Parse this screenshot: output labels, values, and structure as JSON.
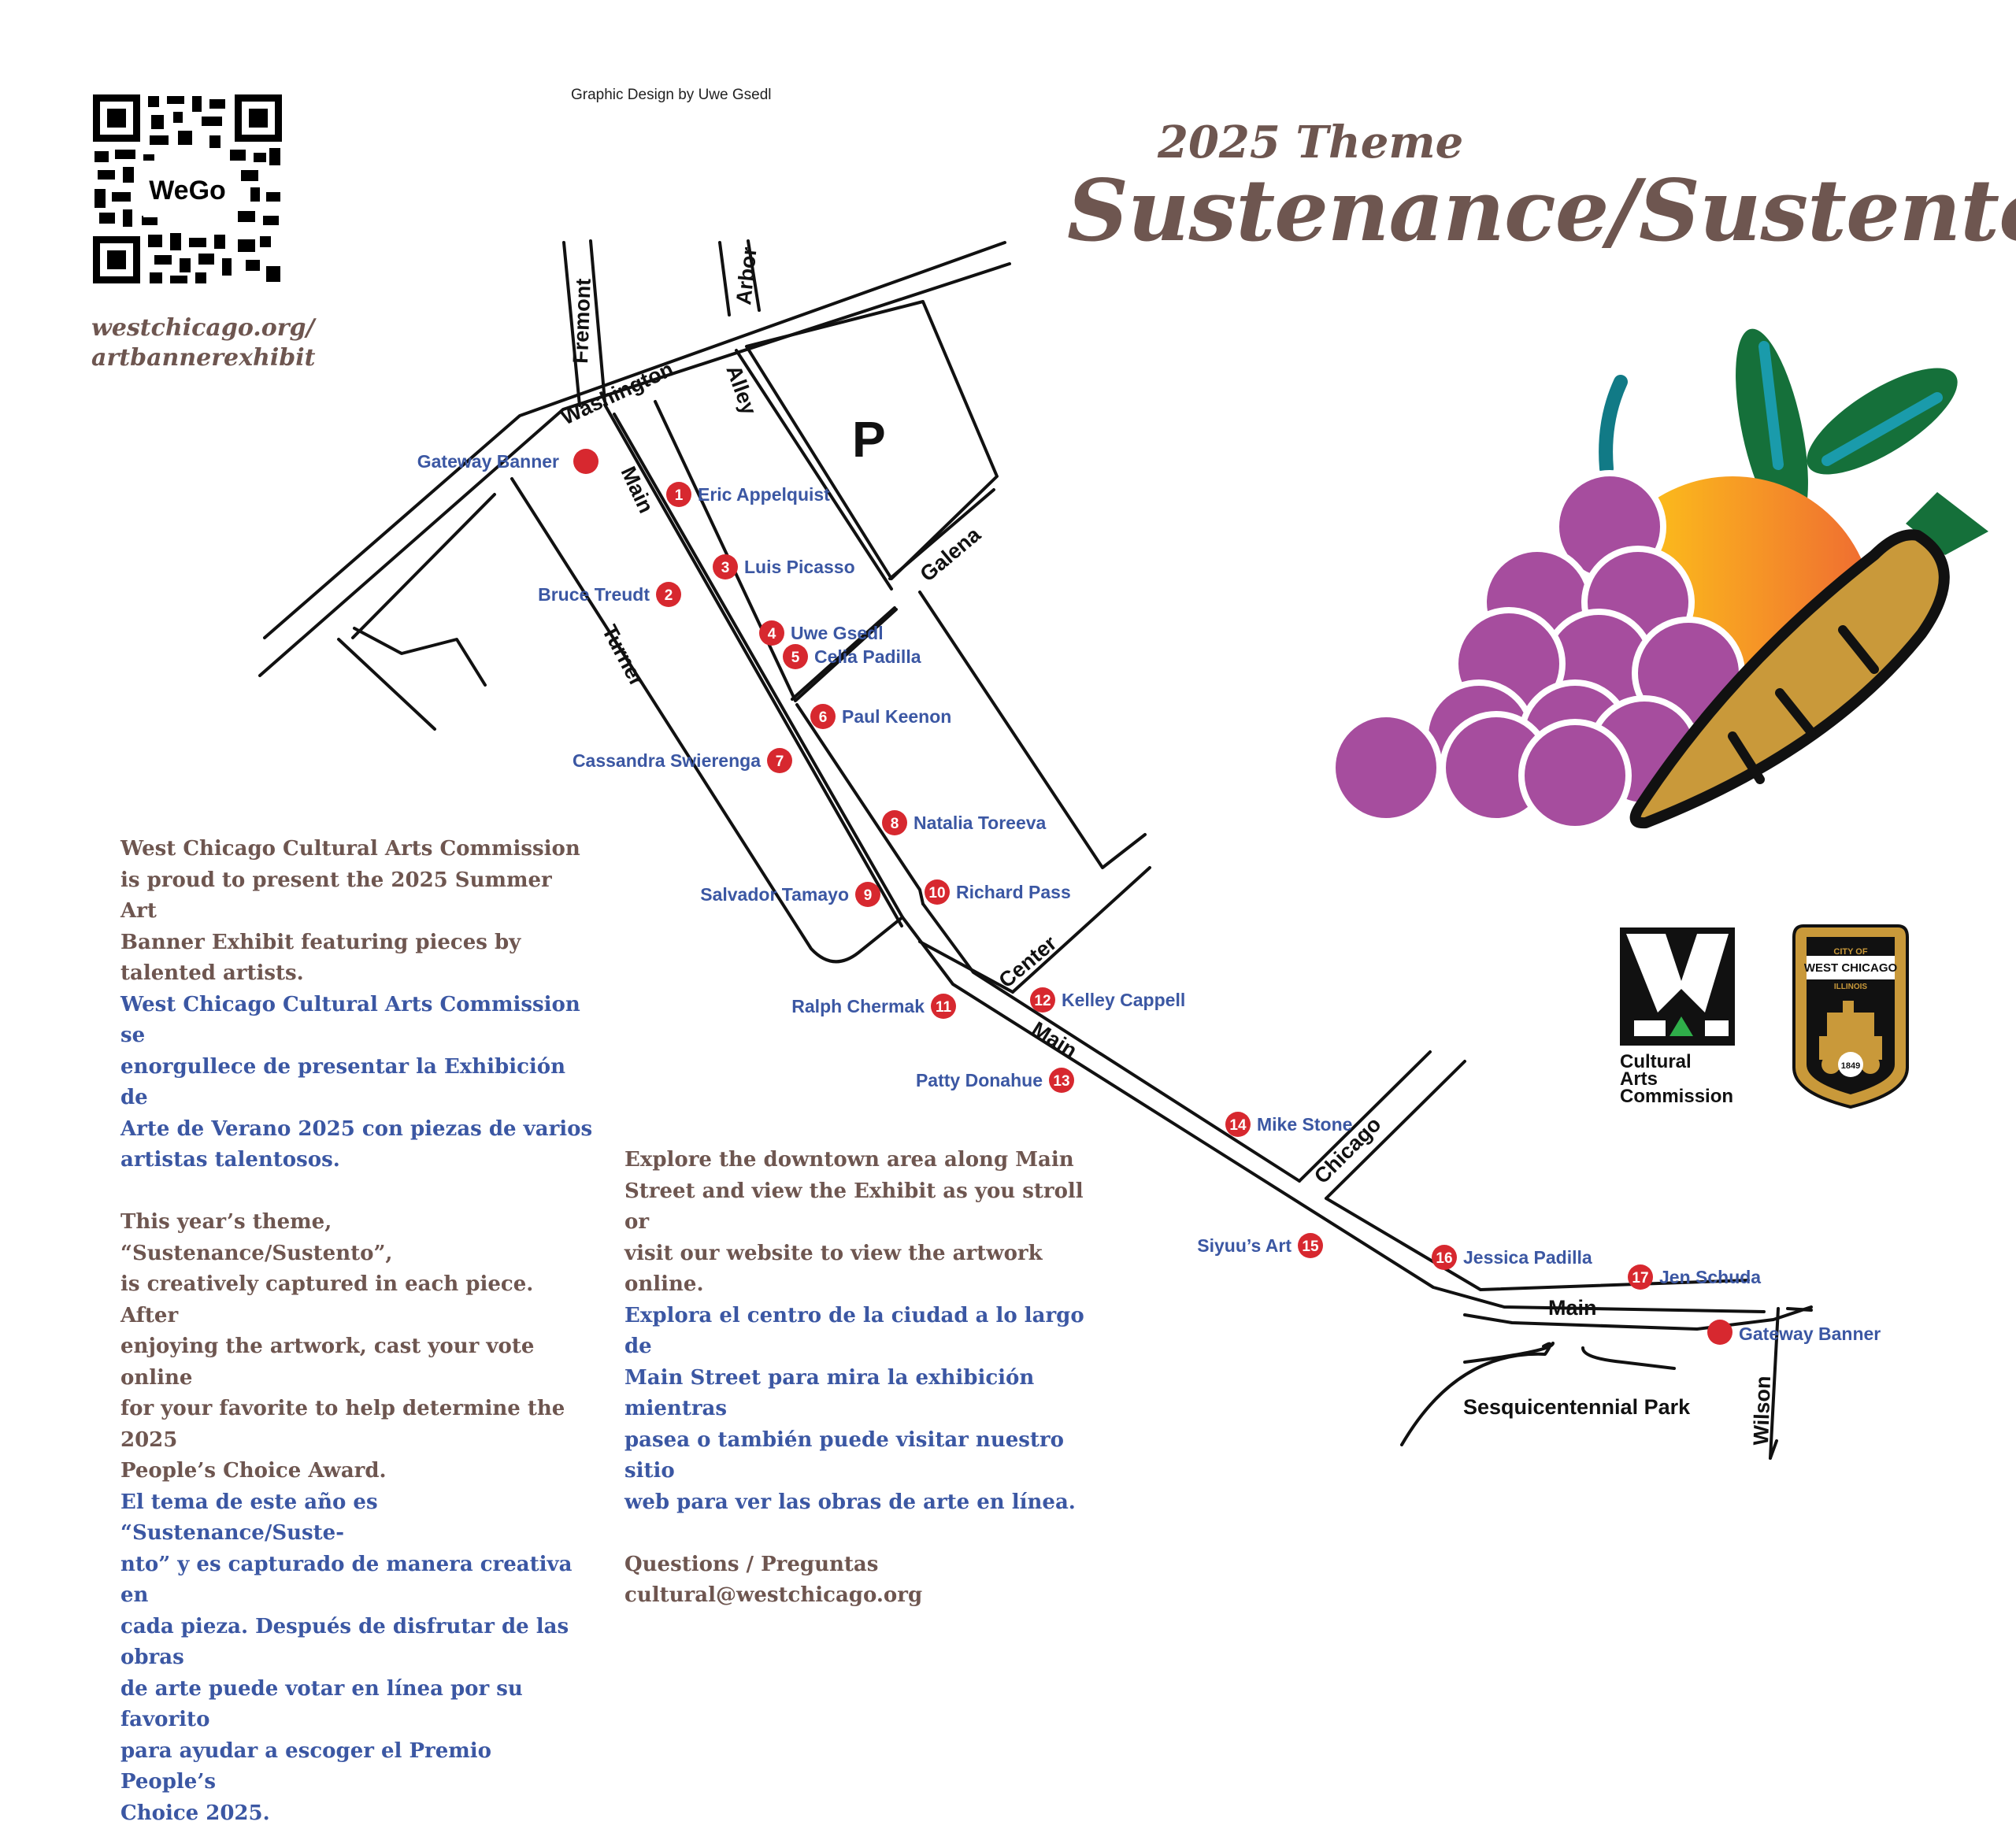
{
  "header": {
    "credit": "Graphic Design by Uwe Gsedl",
    "theme_year": "2025 Theme",
    "theme_title": "Sustenance/Sustento"
  },
  "qr": {
    "center_label": "WeGo"
  },
  "website": {
    "line1": "westchicago.org/",
    "line2": "artbannerexhibit"
  },
  "map": {
    "streets": {
      "fremont": "Fremont",
      "arbor": "Arbor",
      "washington": "Washington",
      "alley": "Alley",
      "parking": "P",
      "main_north": "Main",
      "galena": "Galena",
      "turner": "Turner",
      "center": "Center",
      "main_mid": "Main",
      "chicago": "Chicago",
      "main_south": "Main",
      "park": "Sesquicentennial Park",
      "wilson": "Wilson"
    },
    "gateway_north": "Gateway Banner",
    "gateway_south": "Gateway Banner",
    "markers": [
      {
        "num": "1",
        "name": "Eric Appelquist"
      },
      {
        "num": "2",
        "name": "Bruce Treudt"
      },
      {
        "num": "3",
        "name": "Luis Picasso"
      },
      {
        "num": "4",
        "name": "Uwe Gsedl"
      },
      {
        "num": "5",
        "name": "Celia Padilla"
      },
      {
        "num": "6",
        "name": "Paul Keenon"
      },
      {
        "num": "7",
        "name": "Cassandra Swierenga"
      },
      {
        "num": "8",
        "name": "Natalia Toreeva"
      },
      {
        "num": "9",
        "name": "Salvador Tamayo"
      },
      {
        "num": "10",
        "name": "Richard Pass"
      },
      {
        "num": "11",
        "name": "Ralph Chermak"
      },
      {
        "num": "12",
        "name": "Kelley Cappell"
      },
      {
        "num": "13",
        "name": "Patty Donahue"
      },
      {
        "num": "14",
        "name": "Mike Stone"
      },
      {
        "num": "15",
        "name": "Siyuu’s Art"
      },
      {
        "num": "16",
        "name": "Jessica Padilla"
      },
      {
        "num": "17",
        "name": "Jen Schuda"
      }
    ],
    "marker_color": "#d7282f"
  },
  "intro": {
    "en_1": "West Chicago Cultural Arts Commission",
    "en_2": "is proud to present the 2025 Summer Art",
    "en_3": "Banner Exhibit featuring pieces by",
    "en_4": "talented artists.",
    "es_1": "West Chicago Cultural Arts Commission se",
    "es_2": "enorgullece de presentar la Exhibición de",
    "es_3": "Arte de Verano 2025 con piezas de varios",
    "es_4": "artistas talentosos."
  },
  "theme_text": {
    "en_1": "This year’s theme, “Sustenance/Sustento”,",
    "en_2": "is creatively captured in each piece. After",
    "en_3": "enjoying the artwork, cast your vote online",
    "en_4": "for your favorite to help determine the 2025",
    "en_5": "People’s Choice Award.",
    "es_1": "El tema de este año es “Sustenance/Suste-",
    "es_2": "nto” y es capturado de manera creativa en",
    "es_3": "cada pieza. Después de disfrutar de las obras",
    "es_4": "de arte puede votar en línea por su favorito",
    "es_5": "para ayudar a escoger el Premio People’s",
    "es_6": "Choice 2025."
  },
  "explore": {
    "en_1": "Explore the downtown area along Main",
    "en_2": "Street and view the Exhibit as you stroll or",
    "en_3": "visit our website to view the artwork online.",
    "es_1": "Explora el centro de la ciudad a lo largo de",
    "es_2": "Main Street para mira la exhibición mientras",
    "es_3": "pasea o también puede visitar nuestro sitio",
    "es_4": "web para ver las obras de arte en línea.",
    "questions": "Questions / Preguntas",
    "email": "cultural@westchicago.org"
  },
  "logos": {
    "caac_line1": "Cultural",
    "caac_line2": "Arts",
    "caac_line3": "Commission",
    "city_line1": "CITY OF",
    "city_line2": "WEST CHICAGO",
    "city_line3": "ILLINOIS",
    "city_year": "1849"
  },
  "colors": {
    "brown_text": "#6e5650",
    "blue_text": "#3b57a3",
    "grape": "#a64d9e",
    "orange_start": "#ffd215",
    "orange_end": "#ef6a32",
    "leaf": "#15703a",
    "carrot": "#c9993a"
  }
}
